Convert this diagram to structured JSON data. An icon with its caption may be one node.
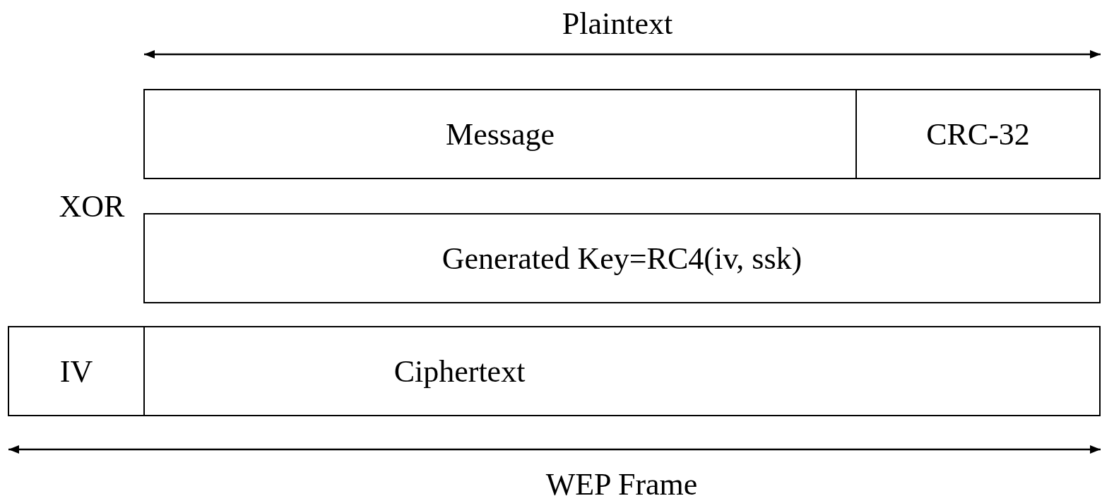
{
  "diagram": {
    "nodes": [
      {
        "text": [
          "Message"
        ]
      },
      {
        "text": [
          "CRC-32"
        ]
      },
      {
        "text": [
          "Generated Key=RC4(iv, ssk)"
        ]
      },
      {
        "text": [
          "IV"
        ]
      },
      {
        "text": [
          "Ciphertext"
        ]
      }
    ],
    "labels": [
      "Plaintext",
      "XOR",
      "WEP Frame"
    ]
  }
}
